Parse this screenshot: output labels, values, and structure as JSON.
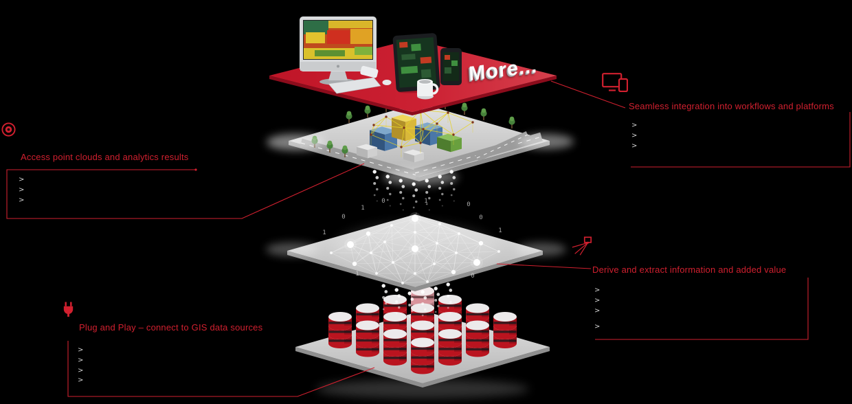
{
  "colors": {
    "background": "#000000",
    "accent_red": "#d1202f",
    "platform_red": "#c51a2c",
    "database_red": "#ba141f",
    "bullet_gray": "#d6d6d6"
  },
  "device_platform": {
    "more_label": "More..."
  },
  "annotations": {
    "integration": {
      "icon": "devices-icon",
      "title": "Seamless integration into workflows and platforms",
      "bullets": [
        ">",
        ">",
        ">"
      ]
    },
    "access": {
      "icon": "target-icon",
      "title": "Access point clouds and analytics results",
      "bullets": [
        ">",
        ">",
        ">"
      ]
    },
    "derive": {
      "icon": "laser-scanner-icon",
      "title": "Derive and extract information and added value",
      "bullets": [
        ">",
        ">",
        ">",
        ">"
      ]
    },
    "plug": {
      "icon": "plug-icon",
      "title": "Plug and Play – connect to GIS data sources",
      "bullets": [
        ">",
        ">",
        ">",
        ">"
      ]
    }
  },
  "point_cloud": {
    "binary_digits": [
      "0",
      "1",
      "0",
      "1",
      "0",
      "1",
      "0",
      "1",
      "0",
      "1"
    ]
  }
}
